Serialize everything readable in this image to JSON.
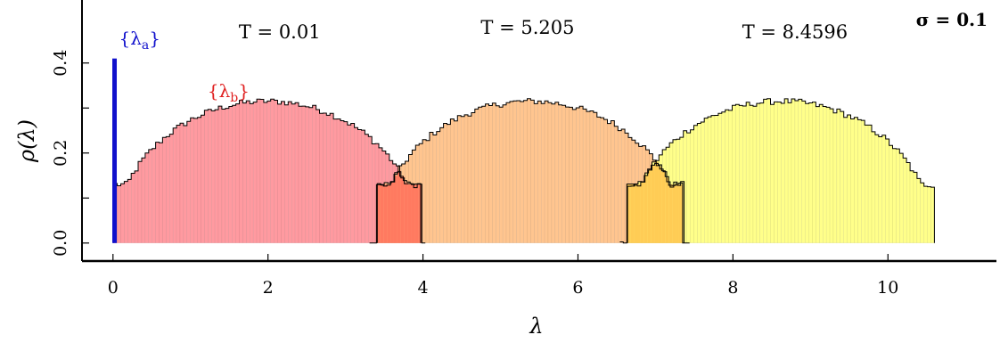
{
  "chart_data": {
    "type": "histogram",
    "xlabel": "λ",
    "ylabel": "ρ(λ)",
    "xlim": [
      -0.4,
      11.4
    ],
    "ylim": [
      -0.04,
      0.54
    ],
    "x_ticks": [
      0,
      2,
      4,
      6,
      8,
      10
    ],
    "x_tick_labels": [
      "0",
      "2",
      "4",
      "6",
      "8",
      "10"
    ],
    "y_ticks": [
      0.0,
      0.1,
      0.2,
      0.3,
      0.4
    ],
    "y_tick_labels": [
      "0.0",
      "",
      "0.2",
      "",
      "0.4"
    ],
    "corner_label": "σ = 0.1",
    "spike": {
      "label": "{λa}",
      "label_main": "{λ",
      "label_sub": "a",
      "label_close": "}",
      "x": 0.02,
      "height": 0.41,
      "color": "#1010cc"
    },
    "series_b_label": {
      "label_main": "{λ",
      "label_sub": "b",
      "label_close": "}",
      "color": "#e02020"
    },
    "series": [
      {
        "name": "T = 0.01",
        "label": "T = 0.01",
        "center": 1.99,
        "radius": 1.98,
        "peak": 0.315,
        "fill": "#ff9aa0",
        "edge_min": 0.13,
        "label_x": 2.15,
        "label_y": 0.455
      },
      {
        "name": "T = 5.205",
        "label": "T = 5.205",
        "center": 5.39,
        "radius": 1.98,
        "peak": 0.315,
        "fill": "#ffc58f",
        "edge_min": 0.13,
        "label_x": 5.35,
        "label_y": 0.465
      },
      {
        "name": "T = 8.4596",
        "label": "T = 8.4596",
        "center": 8.62,
        "radius": 1.98,
        "peak": 0.315,
        "fill": "#ffff8a",
        "edge_min": 0.13,
        "label_x": 8.8,
        "label_y": 0.455
      }
    ],
    "overlap_colors": [
      "#ff7a60",
      "#ffcc55"
    ],
    "bin_width": 0.045,
    "grid": false
  }
}
